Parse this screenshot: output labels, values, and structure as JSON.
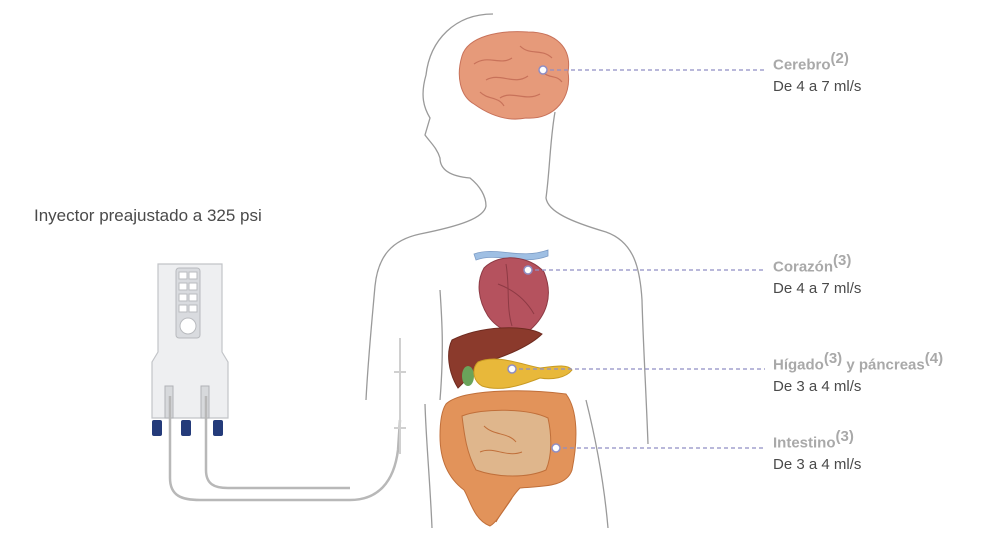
{
  "injector": {
    "caption": "Inyector preajustado a 325 psi"
  },
  "organs": [
    {
      "id": "brain",
      "name": "Cerebro",
      "ref": "(2)",
      "rate": "De 4 a 7 ml/s",
      "color": "#e69a7a"
    },
    {
      "id": "heart",
      "name": "Corazón",
      "ref": "(3)",
      "rate": "De 4 a 7 ml/s",
      "color": "#b5525e"
    },
    {
      "id": "liver_pancreas",
      "name": "Hígado",
      "ref": "(3)",
      "connector": " y páncreas",
      "ref2": "(4)",
      "rate": "De 3 a 4 ml/s",
      "color": "#e8b83a"
    },
    {
      "id": "intestine",
      "name": "Intestino",
      "ref": "(3)",
      "rate": "De 3 a 4 ml/s",
      "color": "#e2935a"
    }
  ],
  "colors": {
    "leader_line": "#8f8ec4",
    "body_outline": "#9a9a9a",
    "label_grey": "#a9a9a9",
    "text_dark": "#4a4a4a"
  }
}
